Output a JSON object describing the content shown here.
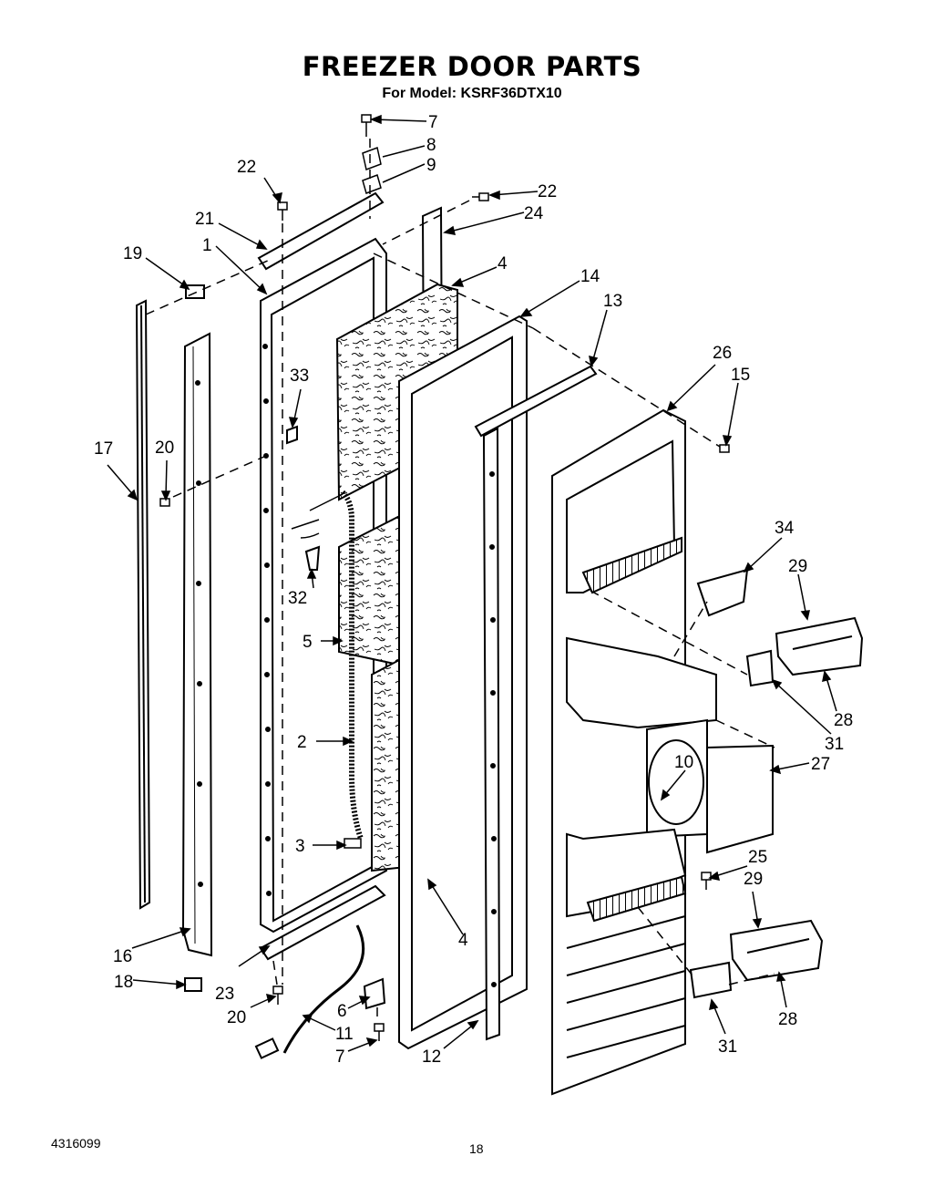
{
  "title": "FREEZER DOOR PARTS",
  "subtitle": "For Model: KSRF36DTX10",
  "doc_number": "4316099",
  "page_number": "18",
  "callouts": [
    "7",
    "8",
    "9",
    "22",
    "22",
    "24",
    "21",
    "1",
    "4",
    "19",
    "14",
    "13",
    "26",
    "15",
    "33",
    "17",
    "20",
    "34",
    "29",
    "32",
    "5",
    "28",
    "31",
    "2",
    "10",
    "27",
    "3",
    "25",
    "29",
    "16",
    "4",
    "18",
    "23",
    "20",
    "6",
    "11",
    "7",
    "12",
    "31",
    "28"
  ]
}
